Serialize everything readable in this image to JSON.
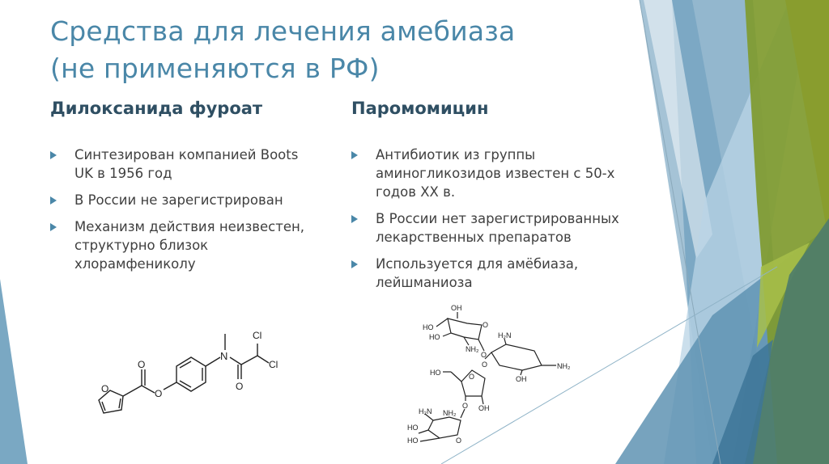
{
  "slide": {
    "title_line1": "Средства для лечения амебиаза",
    "title_line2": "(не применяются в РФ)",
    "colors": {
      "title": "#4a87a8",
      "heading": "#2f4f63",
      "bullet_arrow": "#4a87a8",
      "body_text": "#404040",
      "deco_blue": "#6a9bb8",
      "deco_light_blue": "#a8c9de",
      "deco_olive": "#7f9a2e",
      "deco_green": "#4e7d6a"
    }
  },
  "left_column": {
    "heading": "Дилоксанида фуроат",
    "bullets": [
      {
        "line1": "Синтезирован компанией Boots",
        "line2": "UK в 1956 год",
        "line3": ""
      },
      {
        "line1": "В России не зарегистрирован",
        "line2": "",
        "line3": ""
      },
      {
        "line1": "Механизм действия неизвестен,",
        "line2": "структурно близок",
        "line3": "хлорамфениколу"
      }
    ],
    "structure": {
      "labels": {
        "o_furan": "O",
        "o_carbonyl": "O",
        "o_ester": "O",
        "n": "N",
        "o_amide": "O",
        "cl1": "Cl",
        "cl2": "Cl"
      }
    }
  },
  "right_column": {
    "heading": "Паромомицин",
    "bullets": [
      {
        "line1": "Антибиотик из группы",
        "line2": "аминогликозидов известен с 50-х",
        "line3": "годов XX в."
      },
      {
        "line1": "В России нет зарегистрированных",
        "line2": "лекарственных препаратов",
        "line3": ""
      },
      {
        "line1": "Используется для амёбиаза,",
        "line2": "лейшманиоза",
        "line3": ""
      }
    ],
    "structure": {
      "labels": {
        "oh_top": "OH",
        "ho_1": "HO",
        "ho_2": "HO",
        "o_ring1": "O",
        "nh2_1": "NH₂",
        "o_link1": "O",
        "h2n_2": "H₂N",
        "nh2_2": "NH₂",
        "oh_2": "OH",
        "o_link2": "O",
        "ho_3": "HO",
        "o_ring3": "O",
        "oh_3": "OH",
        "o_link3": "O",
        "h2n_4": "H₂N",
        "nh2_4": "NH₂",
        "ho_4a": "HO",
        "ho_4b": "HO",
        "o_ring4": "O"
      }
    }
  }
}
